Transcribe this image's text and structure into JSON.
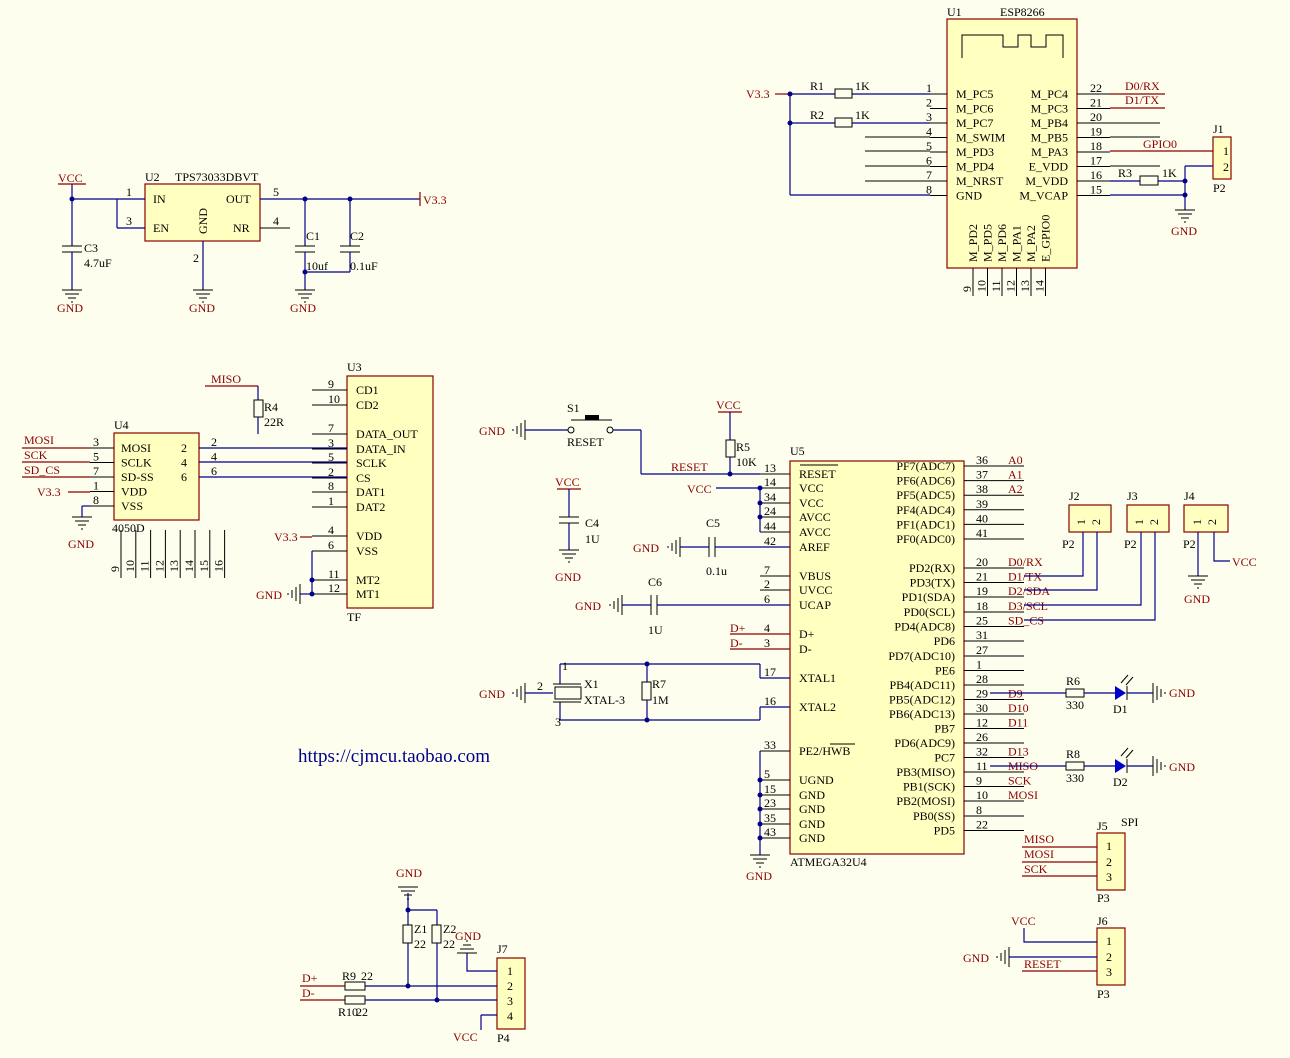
{
  "url": "https://cjmcu.taobao.com",
  "u1": {
    "ref": "U1",
    "name": "ESP8266",
    "left_pins": [
      {
        "num": "1",
        "name": "M_PC5"
      },
      {
        "num": "2",
        "name": "M_PC6"
      },
      {
        "num": "3",
        "name": "M_PC7"
      },
      {
        "num": "4",
        "name": "M_SWIM"
      },
      {
        "num": "5",
        "name": "M_PD3"
      },
      {
        "num": "6",
        "name": "M_PD4"
      },
      {
        "num": "7",
        "name": "M_NRST"
      },
      {
        "num": "8",
        "name": "GND"
      }
    ],
    "right_pins": [
      {
        "num": "22",
        "name": "M_PC4"
      },
      {
        "num": "21",
        "name": "M_PC3"
      },
      {
        "num": "20",
        "name": "M_PB4"
      },
      {
        "num": "19",
        "name": "M_PB5"
      },
      {
        "num": "18",
        "name": "M_PA3"
      },
      {
        "num": "17",
        "name": "E_VDD"
      },
      {
        "num": "16",
        "name": "M_VDD"
      },
      {
        "num": "15",
        "name": "M_VCAP"
      }
    ],
    "bottom_pins": [
      {
        "num": "9",
        "name": "M_PD2"
      },
      {
        "num": "10",
        "name": "M_PD5"
      },
      {
        "num": "11",
        "name": "M_PD6"
      },
      {
        "num": "12",
        "name": "M_PA1"
      },
      {
        "num": "13",
        "name": "M_PA2"
      },
      {
        "num": "14",
        "name": "E_GPIO0"
      }
    ],
    "vcc": "V3.3",
    "r1": "R1",
    "r1v": "1K",
    "r2": "R2",
    "r2v": "1K",
    "net_rx": "D0/RX",
    "net_tx": "D1/TX",
    "net_gpio": "GPIO0",
    "r3": "R3",
    "r3v": "1K",
    "gnd": "GND",
    "j1": "J1",
    "j1_p1": "1",
    "j1_p2": "2",
    "j1_val": "P2"
  },
  "u2": {
    "ref": "U2",
    "name": "TPS73033DBVT",
    "pin_in": "IN",
    "pin_en": "EN",
    "pin_gnd": "GND",
    "pin_out": "OUT",
    "pin_nr": "NR",
    "n1": "1",
    "n3": "3",
    "n2": "2",
    "n5": "5",
    "n4": "4",
    "vcc": "VCC",
    "vout": "V3.3",
    "c3": "C3",
    "c3v": "4.7uF",
    "c1": "C1",
    "c1v": "10uf",
    "c2": "C2",
    "c2v": "0.1uF",
    "gnd": "GND"
  },
  "u3": {
    "ref": "U3",
    "value": "TF",
    "pins": [
      {
        "num": "9",
        "name": "CD1"
      },
      {
        "num": "10",
        "name": "CD2"
      },
      {
        "num": "7",
        "name": "DATA_OUT"
      },
      {
        "num": "3",
        "name": "DATA_IN"
      },
      {
        "num": "5",
        "name": "SCLK"
      },
      {
        "num": "2",
        "name": "CS"
      },
      {
        "num": "8",
        "name": "DAT1"
      },
      {
        "num": "1",
        "name": "DAT2"
      },
      {
        "num": "4",
        "name": "VDD"
      },
      {
        "num": "6",
        "name": "VSS"
      },
      {
        "num": "11",
        "name": "MT2"
      },
      {
        "num": "12",
        "name": "MT1"
      }
    ],
    "miso": "MISO",
    "r4": "R4",
    "r4v": "22R",
    "vdd": "V3.3",
    "gnd": "GND"
  },
  "u4": {
    "ref": "U4",
    "value": "4050D",
    "left_pins": [
      {
        "num": "3",
        "name": "MOSI"
      },
      {
        "num": "5",
        "name": "SCLK"
      },
      {
        "num": "7",
        "name": "SD-SS"
      },
      {
        "num": "1",
        "name": "VDD"
      },
      {
        "num": "8",
        "name": "VSS"
      }
    ],
    "right_pins": [
      "2",
      "4",
      "6"
    ],
    "bottom_pins": [
      "9",
      "10",
      "11",
      "12",
      "13",
      "14",
      "15",
      "16"
    ],
    "net_mosi": "MOSI",
    "net_sck": "SCK",
    "net_sdcs": "SD_CS",
    "vdd": "V3.3",
    "gnd": "GND"
  },
  "u5": {
    "ref": "U5",
    "name": "ATMEGA32U4",
    "left_pins": [
      {
        "num": "13",
        "name": "RESET"
      },
      {
        "num": "14",
        "name": "VCC"
      },
      {
        "num": "34",
        "name": "VCC"
      },
      {
        "num": "24",
        "name": "AVCC"
      },
      {
        "num": "44",
        "name": "AVCC"
      },
      {
        "num": "42",
        "name": "AREF"
      },
      {
        "num": "7",
        "name": "VBUS"
      },
      {
        "num": "2",
        "name": "UVCC"
      },
      {
        "num": "6",
        "name": "UCAP"
      },
      {
        "num": "4",
        "name": "D+"
      },
      {
        "num": "3",
        "name": "D-"
      },
      {
        "num": "17",
        "name": "XTAL1"
      },
      {
        "num": "16",
        "name": "XTAL2"
      },
      {
        "num": "33",
        "name": "PE2/HWB"
      },
      {
        "num": "5",
        "name": "UGND"
      },
      {
        "num": "15",
        "name": "GND"
      },
      {
        "num": "23",
        "name": "GND"
      },
      {
        "num": "35",
        "name": "GND"
      },
      {
        "num": "43",
        "name": "GND"
      }
    ],
    "right_pins": [
      {
        "num": "36",
        "name": "PF7(ADC7)",
        "net": "A0"
      },
      {
        "num": "37",
        "name": "PF6(ADC6)",
        "net": "A1"
      },
      {
        "num": "38",
        "name": "PF5(ADC5)",
        "net": "A2"
      },
      {
        "num": "39",
        "name": "PF4(ADC4)",
        "net": ""
      },
      {
        "num": "40",
        "name": "PF1(ADC1)",
        "net": ""
      },
      {
        "num": "41",
        "name": "PF0(ADC0)",
        "net": ""
      },
      {
        "num": "20",
        "name": "PD2(RX)",
        "net": "D0/RX"
      },
      {
        "num": "21",
        "name": "PD3(TX)",
        "net": "D1/TX"
      },
      {
        "num": "19",
        "name": "PD1(SDA)",
        "net": "D2/SDA"
      },
      {
        "num": "18",
        "name": "PD0(SCL)",
        "net": "D3/SCL"
      },
      {
        "num": "25",
        "name": "PD4(ADC8)",
        "net": "SD_CS"
      },
      {
        "num": "31",
        "name": "PD6",
        "net": ""
      },
      {
        "num": "27",
        "name": "PD7(ADC10)",
        "net": ""
      },
      {
        "num": "1",
        "name": "PE6",
        "net": ""
      },
      {
        "num": "28",
        "name": "PB4(ADC11)",
        "net": ""
      },
      {
        "num": "29",
        "name": "PB5(ADC12)",
        "net": "D9"
      },
      {
        "num": "30",
        "name": "PB6(ADC13)",
        "net": "D10"
      },
      {
        "num": "12",
        "name": "PB7",
        "net": "D11"
      },
      {
        "num": "26",
        "name": "PD6(ADC9)",
        "net": ""
      },
      {
        "num": "32",
        "name": "PC7",
        "net": "D13"
      },
      {
        "num": "11",
        "name": "PB3(MISO)",
        "net": "MISO"
      },
      {
        "num": "9",
        "name": "PB1(SCK)",
        "net": "SCK"
      },
      {
        "num": "10",
        "name": "PB2(MOSI)",
        "net": "MOSI"
      },
      {
        "num": "8",
        "name": "PB0(SS)",
        "net": ""
      },
      {
        "num": "22",
        "name": "PD5",
        "net": ""
      }
    ],
    "s1": "S1",
    "s1v": "RESET",
    "net_reset": "RESET",
    "r5": "R5",
    "r5v": "10K",
    "vcc": "VCC",
    "gnd": "GND",
    "c4": "C4",
    "c4v": "1U",
    "c5": "C5",
    "c5v": "0.1u",
    "c6": "C6",
    "c6v": "1U",
    "dp": "D+",
    "dm": "D-",
    "x1": "X1",
    "x1v": "XTAL-3",
    "x1_p1": "1",
    "x1_p2": "2",
    "x1_p3": "3",
    "r7": "R7",
    "r7v": "1M",
    "r6": "R6",
    "r6v": "330",
    "d1": "D1",
    "r8": "R8",
    "r8v": "330",
    "d2": "D2"
  },
  "conn": {
    "j2": "J2",
    "j3": "J3",
    "j4": "J4",
    "p1": "1",
    "p2": "2",
    "val": "P2",
    "vcc": "VCC",
    "gnd": "GND"
  },
  "j5": {
    "ref": "J5",
    "title": "SPI",
    "value": "P3",
    "pins": [
      "1",
      "2",
      "3"
    ],
    "nets": [
      "MISO",
      "MOSI",
      "SCK"
    ]
  },
  "j6": {
    "ref": "J6",
    "value": "P3",
    "pins": [
      "1",
      "2",
      "3"
    ],
    "nets": [
      "VCC",
      "GND",
      "RESET"
    ]
  },
  "j7": {
    "ref": "J7",
    "value": "P4",
    "pins": [
      "1",
      "2",
      "3",
      "4"
    ],
    "gnd": "GND",
    "gnd2": "GND",
    "vcc": "VCC",
    "dp": "D+",
    "dm": "D-",
    "r9": "R9",
    "r9v": "22",
    "r10": "R10",
    "r10v": "22",
    "z1": "Z1",
    "z1v": "22",
    "z2": "Z2",
    "z2v": "22"
  }
}
